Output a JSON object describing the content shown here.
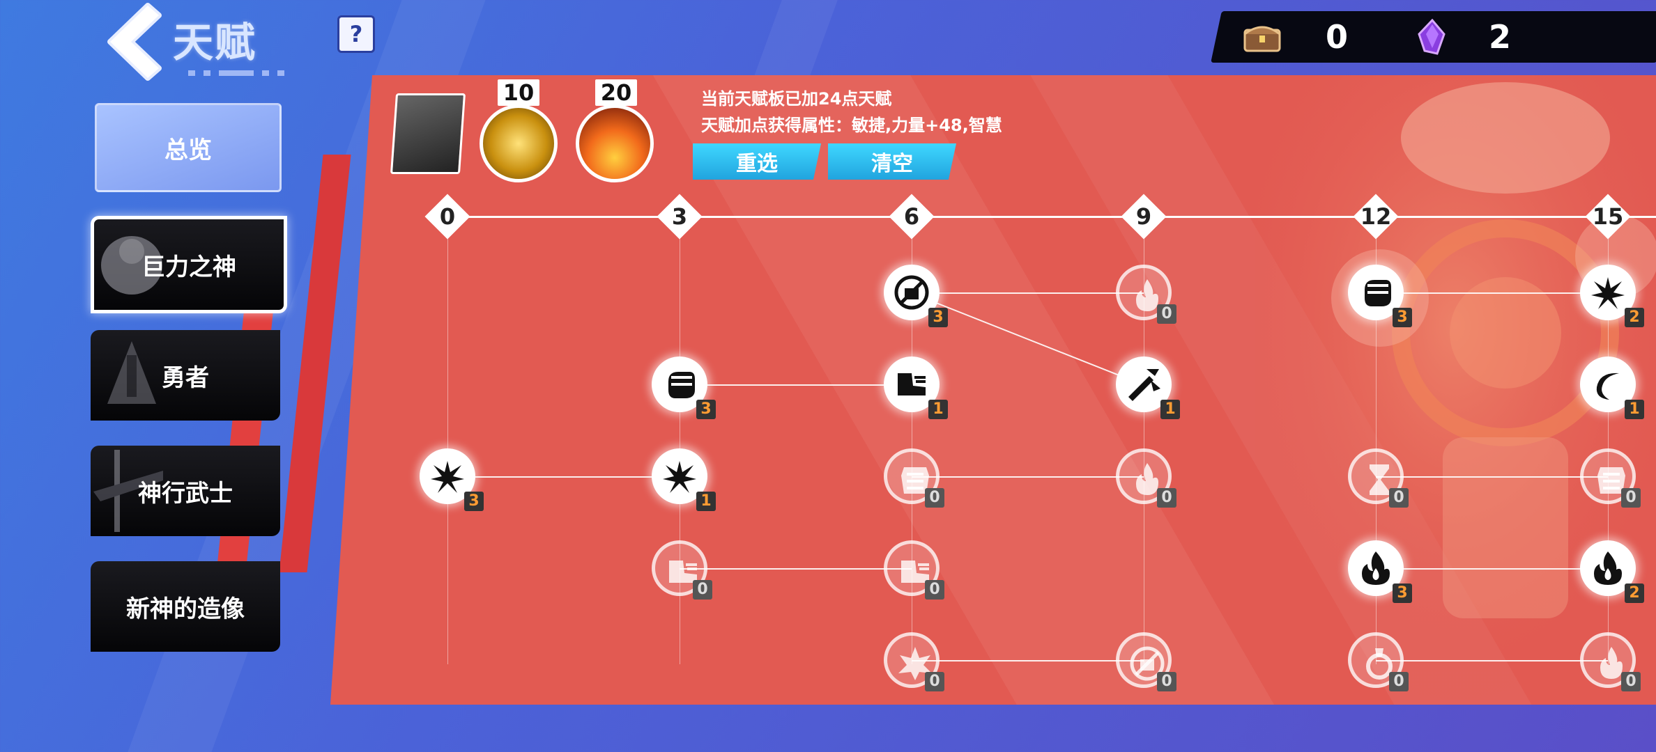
{
  "header": {
    "title": "天赋",
    "help": "?"
  },
  "currency": [
    {
      "name": "chest-icon",
      "value": "0"
    },
    {
      "name": "purple-crystal-icon",
      "value": "2"
    }
  ],
  "sidebar": {
    "overview": "总览",
    "items": [
      {
        "label": "巨力之神",
        "active": true
      },
      {
        "label": "勇者",
        "active": false
      },
      {
        "label": "神行武士",
        "active": false
      },
      {
        "label": "新神的造像",
        "active": false
      }
    ]
  },
  "panel": {
    "gem_a_cost": "10",
    "gem_b_cost": "20",
    "info_line1": "当前天赋板已加24点天赋",
    "info_line2": "天赋加点获得属性：敏捷,力量+48,智慧",
    "reset_label": "重选",
    "clear_label": "清空",
    "tiers": [
      "0",
      "3",
      "6",
      "9",
      "12",
      "15"
    ]
  },
  "nodes": [
    {
      "id": "n0",
      "icon": "burst-icon",
      "level": "3",
      "active": true
    },
    {
      "id": "n1",
      "icon": "fist-icon",
      "level": "3",
      "active": true
    },
    {
      "id": "n2",
      "icon": "burst-icon",
      "level": "1",
      "active": true
    },
    {
      "id": "n3",
      "icon": "boot-icon",
      "level": "0",
      "active": false
    },
    {
      "id": "n4",
      "icon": "no-fist-icon",
      "level": "3",
      "active": true
    },
    {
      "id": "n5",
      "icon": "boot-icon",
      "level": "1",
      "active": true
    },
    {
      "id": "n6",
      "icon": "armor-icon",
      "level": "0",
      "active": false
    },
    {
      "id": "n7",
      "icon": "boot-icon",
      "level": "0",
      "active": false
    },
    {
      "id": "n8",
      "icon": "explosion-icon",
      "level": "0",
      "active": false
    },
    {
      "id": "n9",
      "icon": "flame-icon",
      "level": "0",
      "active": false
    },
    {
      "id": "n10",
      "icon": "slash-icon",
      "level": "1",
      "active": true
    },
    {
      "id": "n11",
      "icon": "flame-icon",
      "level": "0",
      "active": false
    },
    {
      "id": "n12",
      "icon": "no-fist-icon",
      "level": "0",
      "active": false
    },
    {
      "id": "n13",
      "icon": "fist-icon",
      "level": "3",
      "active": true
    },
    {
      "id": "n14",
      "icon": "hourglass-icon",
      "level": "0",
      "active": false
    },
    {
      "id": "n15",
      "icon": "fire-icon",
      "level": "3",
      "active": true
    },
    {
      "id": "n16",
      "icon": "ring-icon",
      "level": "0",
      "active": false
    },
    {
      "id": "n17",
      "icon": "burst-icon",
      "level": "2",
      "active": true
    },
    {
      "id": "n18",
      "icon": "crescent-icon",
      "level": "1",
      "active": true
    },
    {
      "id": "n19",
      "icon": "armor-icon",
      "level": "0",
      "active": false
    },
    {
      "id": "n20",
      "icon": "fire-icon",
      "level": "2",
      "active": true
    },
    {
      "id": "n21",
      "icon": "flame-icon",
      "level": "0",
      "active": false
    }
  ]
}
